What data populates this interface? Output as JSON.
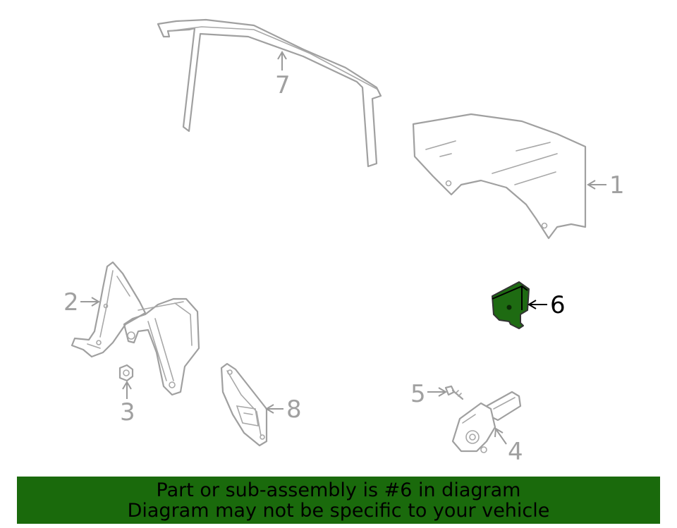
{
  "callouts": {
    "c1": "1",
    "c2": "2",
    "c3": "3",
    "c4": "4",
    "c5": "5",
    "c6": "6",
    "c7": "7",
    "c8": "8"
  },
  "highlight_color": "#1e6b12",
  "banner": {
    "color": "#1a6a0c",
    "line1": "Part or sub-assembly is #6 in diagram",
    "line2": "Diagram may not be specific to your vehicle"
  }
}
